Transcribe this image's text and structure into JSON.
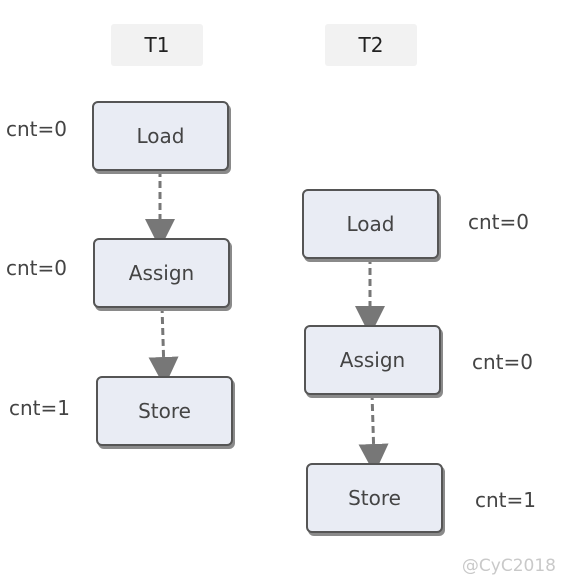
{
  "threads": {
    "t1": {
      "label": "T1",
      "steps": [
        {
          "name": "Load",
          "cnt": "cnt=0"
        },
        {
          "name": "Assign",
          "cnt": "cnt=0"
        },
        {
          "name": "Store",
          "cnt": "cnt=1"
        }
      ]
    },
    "t2": {
      "label": "T2",
      "steps": [
        {
          "name": "Load",
          "cnt": "cnt=0"
        },
        {
          "name": "Assign",
          "cnt": "cnt=0"
        },
        {
          "name": "Store",
          "cnt": "cnt=1"
        }
      ]
    }
  },
  "watermark": "@CyC2018",
  "colors": {
    "box_fill": "#e9ecf4",
    "box_border": "#555555",
    "arrow": "#777777",
    "label_bg": "#f2f2f2"
  }
}
